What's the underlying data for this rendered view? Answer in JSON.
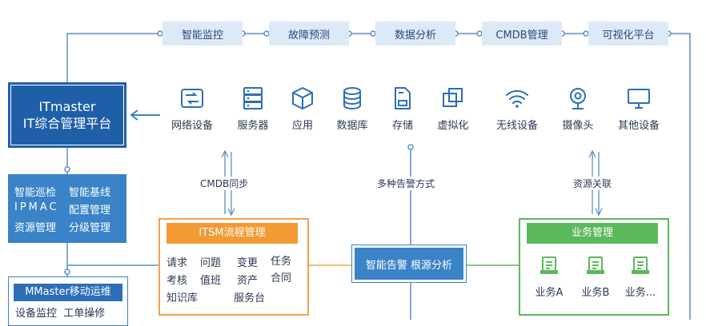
{
  "top_flow": [
    "智能监控",
    "故障预测",
    "数据分析",
    "CMDB管理",
    "可视化平台"
  ],
  "platform": {
    "line1": "ITmaster",
    "line2": "IT综合管理平台"
  },
  "features": [
    "智能巡检",
    "智能基线",
    "IPMAC",
    "配置管理",
    "资源管理",
    "分级管理"
  ],
  "mmaster": {
    "title": "MMaster移动运维",
    "row1a": "设备监控",
    "row1b": "工单操修"
  },
  "devices": [
    {
      "icon": "network-switch-icon",
      "label": "网络设备"
    },
    {
      "icon": "server-icon",
      "label": "服务器"
    },
    {
      "icon": "cube-icon",
      "label": "应用"
    },
    {
      "icon": "database-icon",
      "label": "数据库"
    },
    {
      "icon": "storage-disk-icon",
      "label": "存储"
    },
    {
      "icon": "virtualization-icon",
      "label": "虚拟化"
    },
    {
      "icon": "wifi-icon",
      "label": "无线设备"
    },
    {
      "icon": "camera-icon",
      "label": "摄像头"
    },
    {
      "icon": "monitor-icon",
      "label": "其他设备"
    }
  ],
  "links": {
    "cmdb_sync": "CMDB同步",
    "alarm_methods": "多种告警方式",
    "resource_link": "资源关联"
  },
  "itsm": {
    "title": "ITSM流程管理",
    "items": [
      "请求",
      "问题",
      "变更",
      "任务",
      "考核",
      "值班",
      "资产",
      "合同",
      "知识库",
      "服务台"
    ]
  },
  "alarm_box": "智能告警 根源分析",
  "business": {
    "title": "业务管理",
    "items": [
      "业务A",
      "业务B",
      "业务..."
    ]
  },
  "colors": {
    "blue_dark": "#1f5fa8",
    "blue": "#3a83c8",
    "light_blue": "#dce9f7",
    "orange": "#f39a35",
    "green": "#5cb85c",
    "line": "#3a83c8"
  }
}
